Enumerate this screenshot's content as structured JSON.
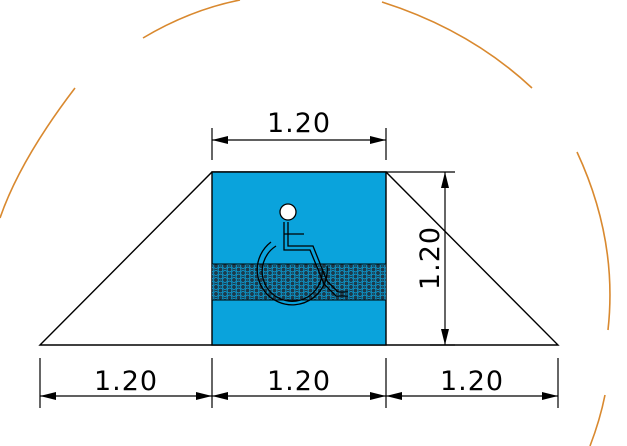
{
  "dimensions": {
    "top_width": "1.20",
    "right_height": "1.20",
    "bottom_left": "1.20",
    "bottom_center": "1.20",
    "bottom_right": "1.20"
  },
  "colors": {
    "arc": "#d9892f",
    "parking_fill": "#0aa3dc",
    "band": "#1d3a4a",
    "line": "#000000"
  },
  "icons": {
    "symbol": "wheelchair-accessibility-icon"
  }
}
